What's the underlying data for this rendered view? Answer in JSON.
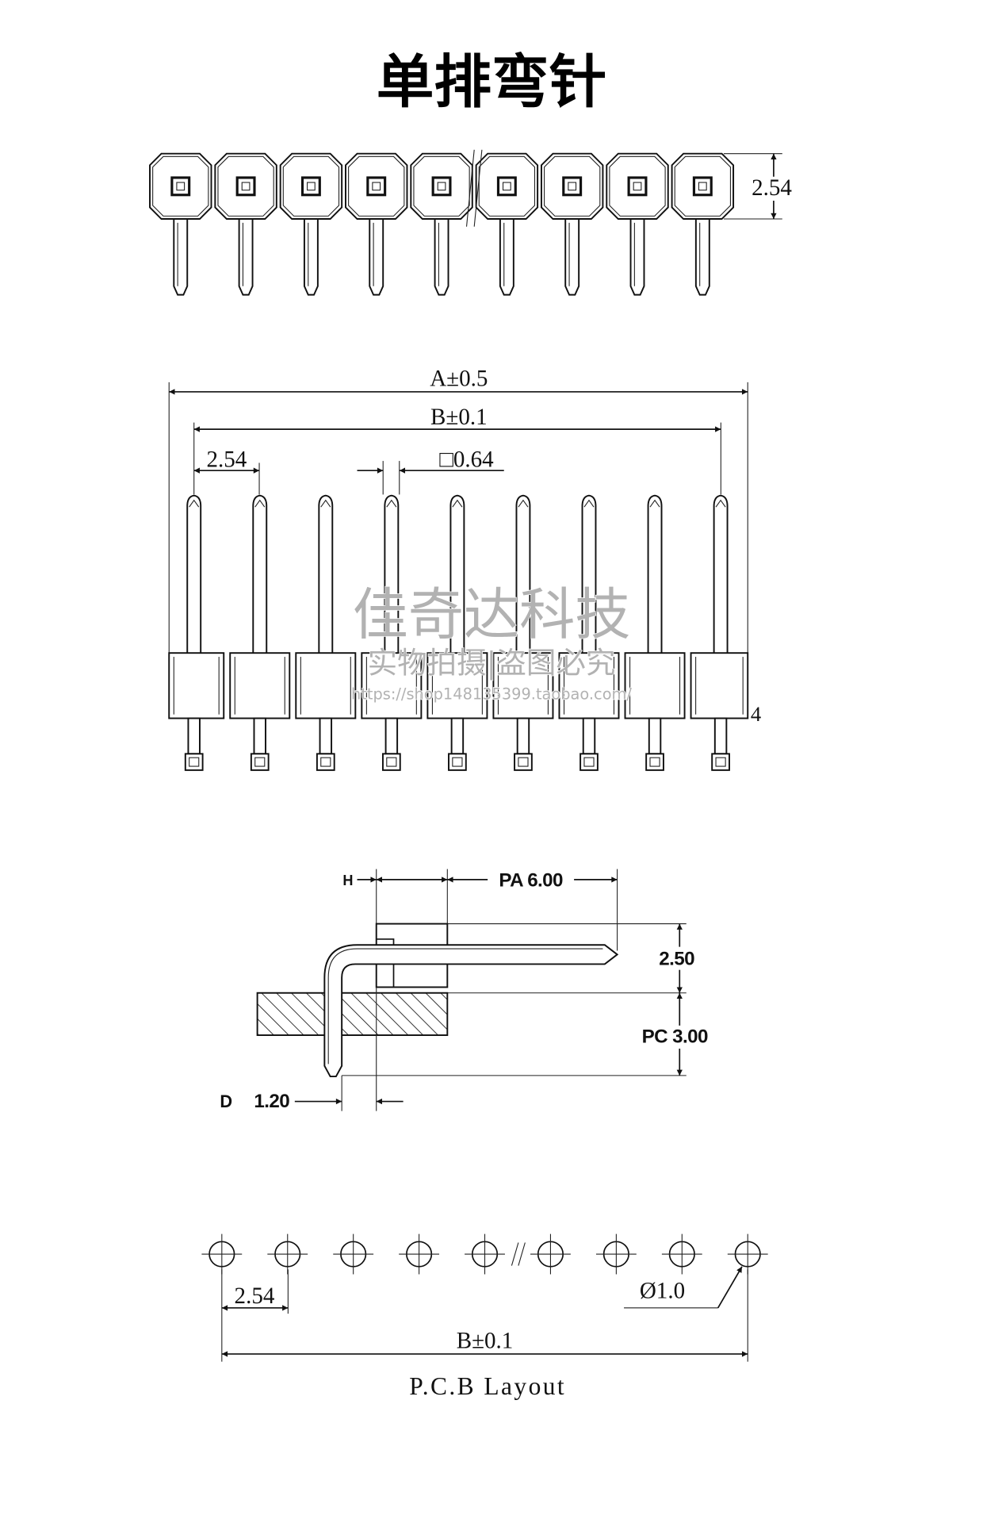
{
  "title": "单排弯针",
  "top_view": {
    "pitch_label": "2.54"
  },
  "front_view": {
    "overall_length_label": "A±0.5",
    "pin_span_label": "B±0.1",
    "pitch_label": "2.54",
    "pin_size_label": "□0.64",
    "housing_label": "4"
  },
  "watermark": {
    "brand": "佳奇达科技",
    "notice": "实物拍摄|盗图必究",
    "url": "https://shop148135399.taobao.com/"
  },
  "side_view": {
    "h_label": "H",
    "pa_label": "PA 6.00",
    "height_label": "2.50",
    "pc_label": "PC 3.00",
    "d_label": "D",
    "d_value": "1.20"
  },
  "pcb_layout": {
    "pitch_label": "2.54",
    "hole_label": "Ø1.0",
    "span_label": "B±0.1",
    "caption": "P.C.B Layout"
  },
  "colors": {
    "line": "#111111",
    "watermark": "#b2b2b2",
    "background": "#ffffff"
  }
}
